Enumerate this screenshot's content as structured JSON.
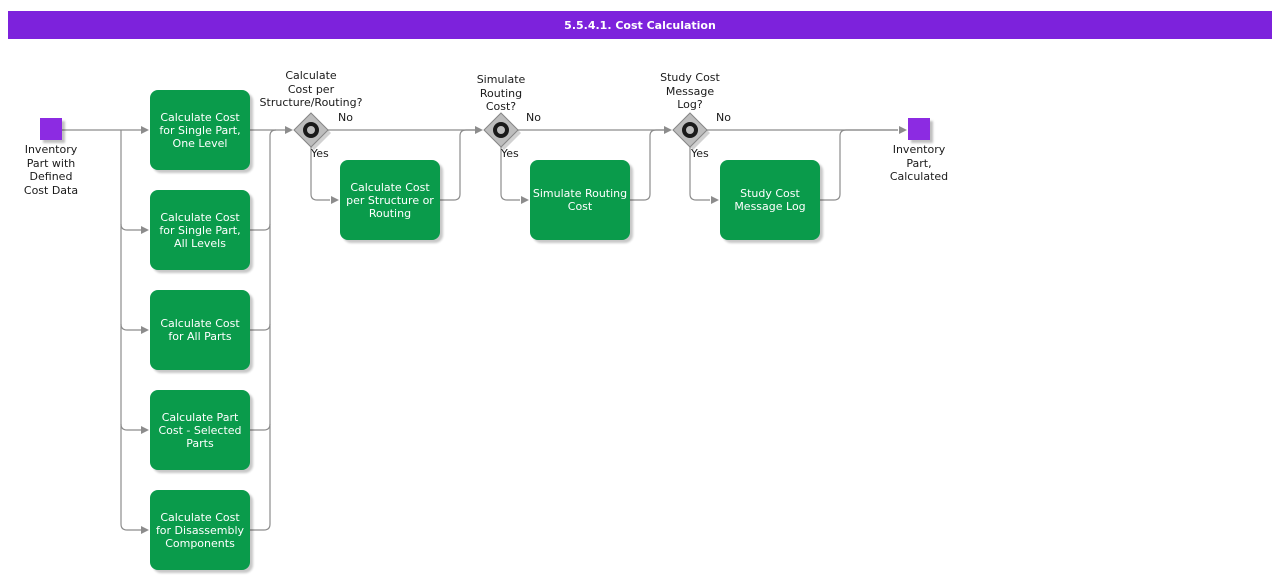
{
  "title": "5.5.4.1. Cost Calculation",
  "colors": {
    "title_bar": "#7d22dc",
    "node_purple": "#8c2be2",
    "node_green": "#0a9b4b",
    "connector": "#8c8c8c",
    "diamond_fill": "#bdbdbd",
    "diamond_border": "#858585",
    "diamond_ring": "#1a1a1a"
  },
  "start": {
    "label": "Inventory\nPart with\nDefined\nCost Data"
  },
  "end": {
    "label": "Inventory\nPart,\nCalculated"
  },
  "activities": [
    {
      "label": "Calculate Cost\nfor Single Part,\nOne Level"
    },
    {
      "label": "Calculate Cost\nfor Single Part,\nAll Levels"
    },
    {
      "label": "Calculate Cost\nfor All Parts"
    },
    {
      "label": "Calculate Part\nCost - Selected\nParts"
    },
    {
      "label": "Calculate Cost\nfor Disassembly\nComponents"
    }
  ],
  "decisions": [
    {
      "question": "Calculate\nCost per\nStructure/Routing?",
      "no_label": "No",
      "yes_label": "Yes",
      "activity_label": "Calculate Cost\nper Structure or\nRouting"
    },
    {
      "question": "Simulate\nRouting\nCost?",
      "no_label": "No",
      "yes_label": "Yes",
      "activity_label": "Simulate Routing\nCost"
    },
    {
      "question": "Study Cost\nMessage\nLog?",
      "no_label": "No",
      "yes_label": "Yes",
      "activity_label": "Study Cost\nMessage Log"
    }
  ]
}
